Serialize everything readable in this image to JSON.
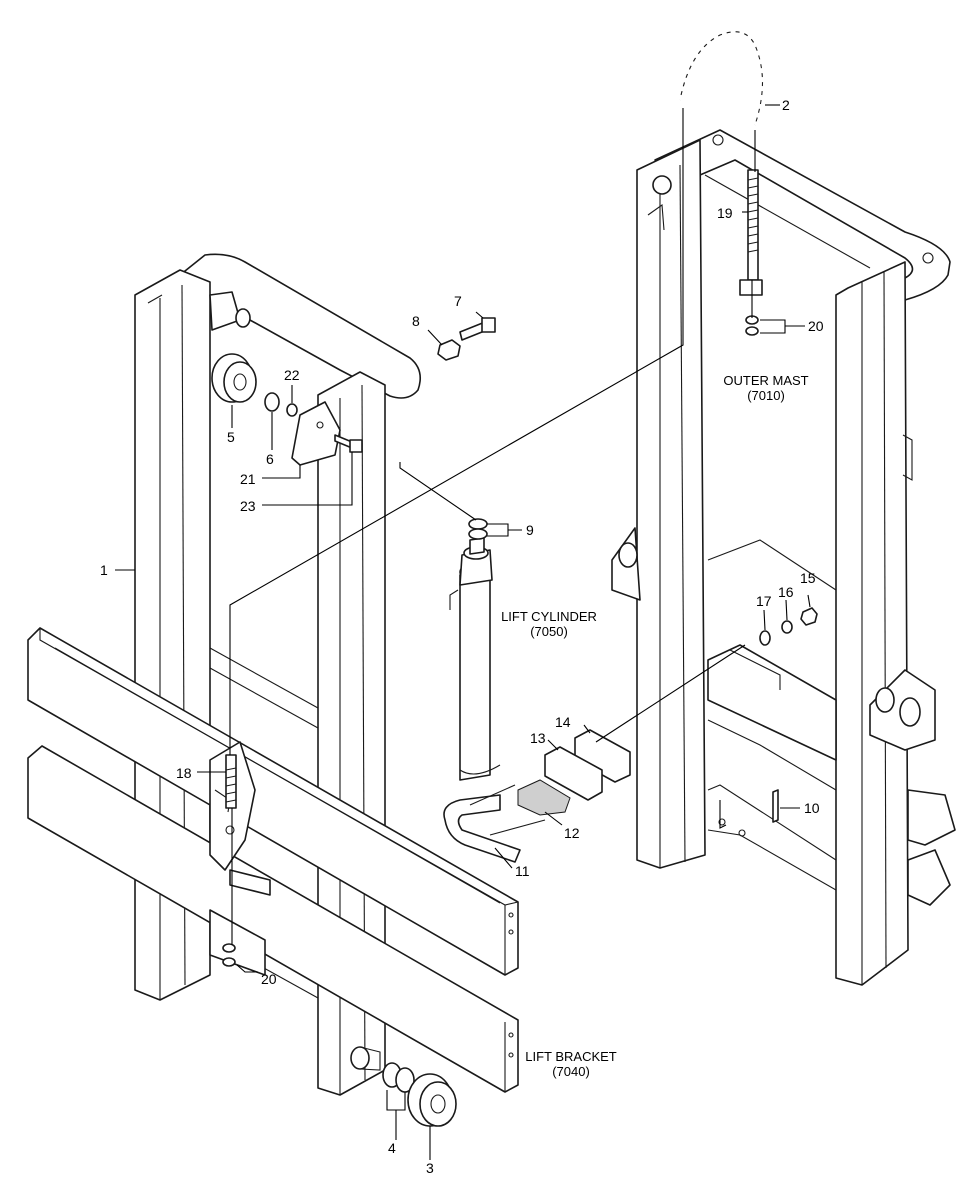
{
  "labels": {
    "outer_mast": "OUTER MAST",
    "outer_mast_code": "(7010)",
    "lift_cylinder": "LIFT CYLINDER",
    "lift_cylinder_code": "(7050)",
    "lift_bracket": "LIFT BRACKET",
    "lift_bracket_code": "(7040)"
  },
  "callouts": {
    "p1": "1",
    "p2": "2",
    "p3": "3",
    "p4": "4",
    "p5": "5",
    "p6": "6",
    "p7": "7",
    "p8": "8",
    "p9": "9",
    "p10": "10",
    "p11": "11",
    "p12": "12",
    "p13": "13",
    "p14": "14",
    "p15": "15",
    "p16": "16",
    "p17": "17",
    "p18": "18",
    "p19": "19",
    "p20a": "20",
    "p20b": "20",
    "p21": "21",
    "p22": "22",
    "p23": "23"
  }
}
